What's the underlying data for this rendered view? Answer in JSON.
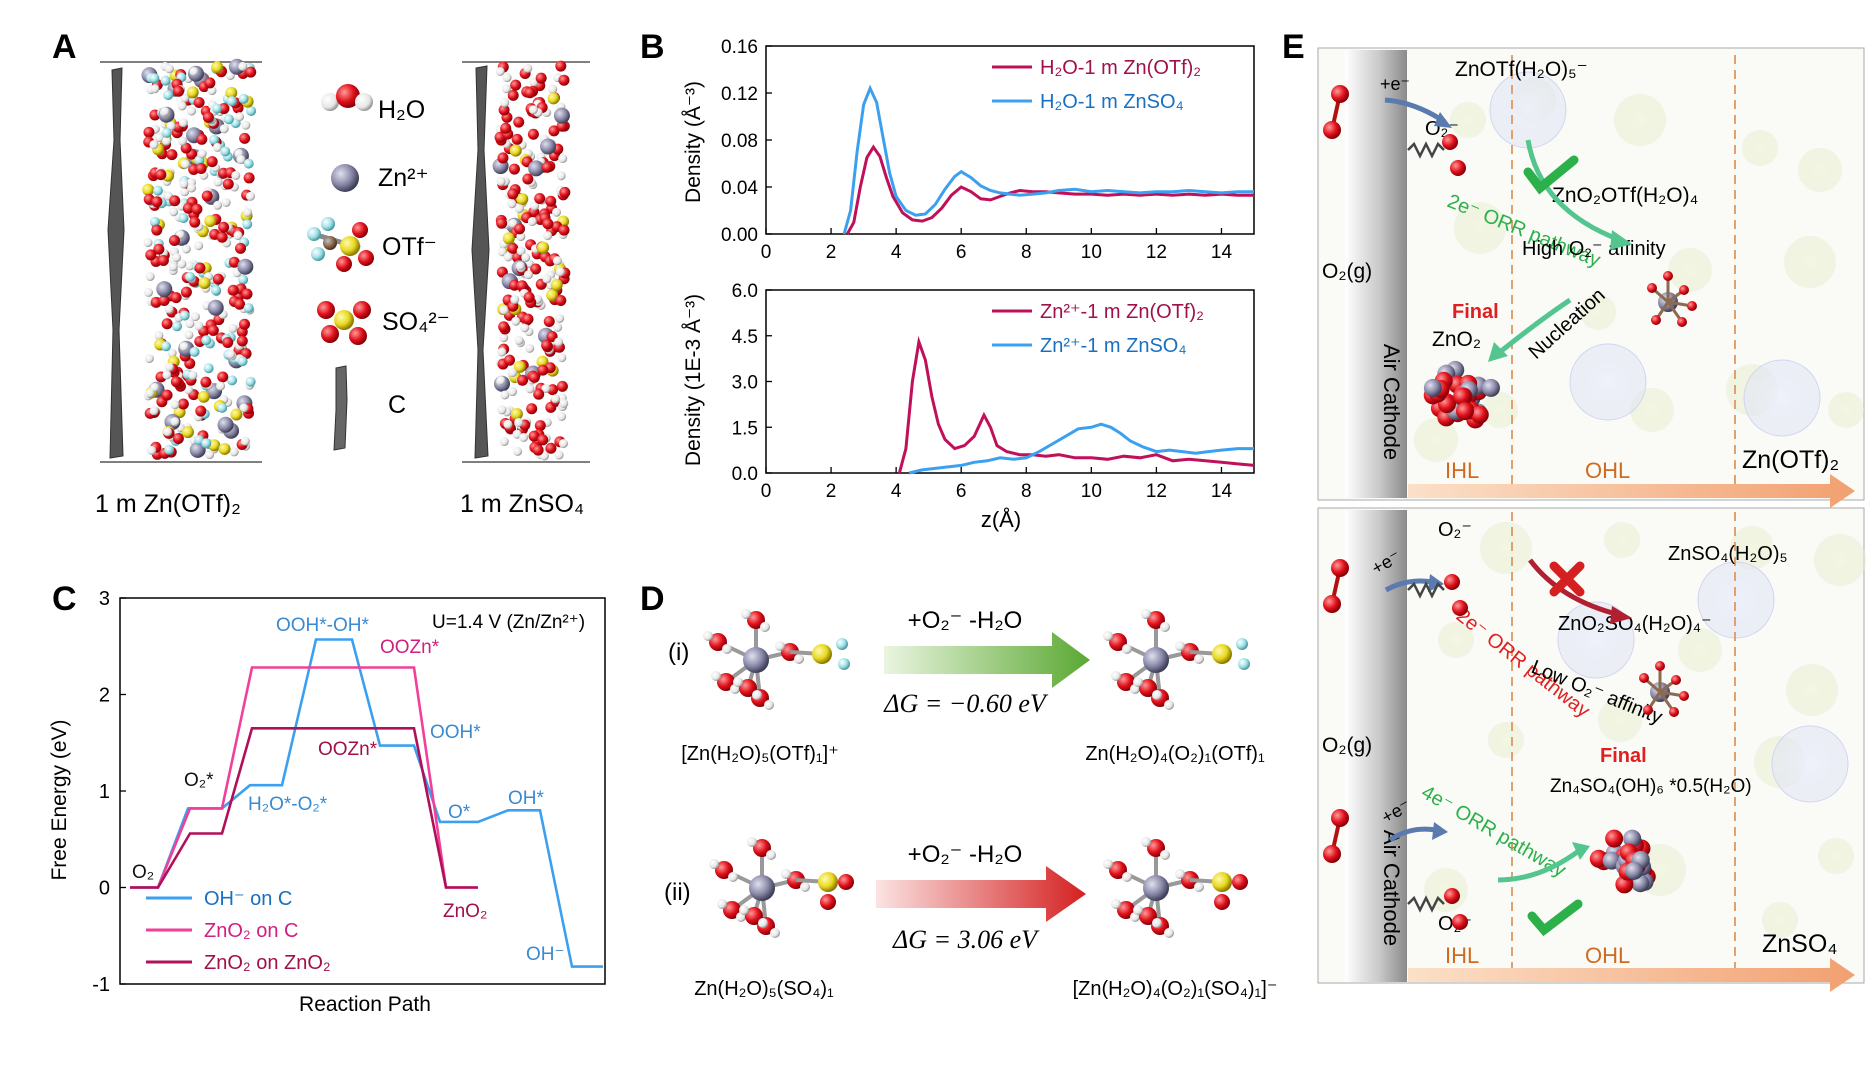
{
  "panels": {
    "A": {
      "letter": "A",
      "captions": [
        "1 m Zn(OTf)₂",
        "1 m ZnSO₄"
      ],
      "legend": [
        {
          "icon": "water-molecule-icon",
          "label": "H₂O"
        },
        {
          "icon": "zinc-ion-icon",
          "label": "Zn²⁺"
        },
        {
          "icon": "triflate-ion-icon",
          "label": "OTf⁻"
        },
        {
          "icon": "sulfate-ion-icon",
          "label": "SO₄²⁻"
        },
        {
          "icon": "carbon-sheet-icon",
          "label": "C"
        }
      ],
      "colors": {
        "O": "#e0101a",
        "H": "#f2f2f2",
        "Zn": "#8a8aa8",
        "S": "#e8d820",
        "F": "#9fe0e8",
        "C": "#666666"
      }
    },
    "B": {
      "letter": "B",
      "xlabel": "z(Å)",
      "top_ylabel": "Density (Å⁻³)",
      "bottom_ylabel": "Density (1E-3 Å⁻³)"
    },
    "C": {
      "letter": "C",
      "xlabel": "Reaction Path",
      "ylabel": "Free Energy (eV)",
      "condition": "U=1.4 V (Zn/Zn²⁺)",
      "annotations": [
        "O₂",
        "O₂*",
        "H₂O*-O₂*",
        "OOH*-OH*",
        "OOZn*",
        "OOZn*",
        "OOH*",
        "O*",
        "OH*",
        "ZnO₂",
        "OH⁻"
      ]
    },
    "D": {
      "letter": "D",
      "rows": [
        {
          "tag": "(i)",
          "reaction": "+O₂⁻ -H₂O",
          "dG": "ΔG = −0.60 eV",
          "reactant": "[Zn(H₂O)₅(OTf)₁]⁺",
          "product": "Zn(H₂O)₄(O₂)₁(OTf)₁",
          "arrow_color": "#5aa832"
        },
        {
          "tag": "(ii)",
          "reaction": "+O₂⁻ -H₂O",
          "dG": "ΔG = 3.06 eV",
          "reactant": "Zn(H₂O)₅(SO₄)₁",
          "product": "[Zn(H₂O)₄(O₂)₁(SO₄)₁]⁻",
          "arrow_color": "#d42020"
        }
      ]
    },
    "E": {
      "letter": "E",
      "top": {
        "electron": "+e⁻",
        "superoxide": "O₂⁻",
        "gas": "O₂(g)",
        "cathode": "Air Cathode",
        "complex1": "ZnOTf(H₂O)₅⁻",
        "complex2": "ZnO₂OTf(H₂O)₄",
        "pathway": "2e⁻ ORR pathway",
        "affinity": "High O₂⁻ affinity",
        "nucleation": "Nucleation",
        "final_label": "Final",
        "final": "ZnO₂",
        "ihl": "IHL",
        "ohl": "OHL",
        "electrolyte": "Zn(OTf)₂"
      },
      "bottom": {
        "superoxide": "O₂⁻",
        "electron": "+e⁻",
        "gas": "O₂(g)",
        "cathode": "Air Cathode",
        "complex1": "ZnSO₄(H₂O)₅",
        "complex2": "ZnO₂SO₄(H₂O)₄⁻",
        "pathway2": "2e⁻ ORR pathway",
        "affinity": "Low O₂⁻ affinity",
        "pathway4": "4e⁻ ORR pathway",
        "final_label": "Final",
        "final": "Zn₄SO₄(OH)₆ *0.5(H₂O)",
        "ihl": "IHL",
        "ohl": "OHL",
        "electrolyte": "ZnSO₄"
      }
    }
  },
  "chart_data": [
    {
      "type": "line",
      "title": "",
      "xlabel": "z(Å)",
      "ylabel": "Density (Å⁻³)",
      "xlim": [
        0,
        15
      ],
      "ylim": [
        0,
        0.16
      ],
      "xticks": [
        0,
        2,
        4,
        6,
        8,
        10,
        12,
        14
      ],
      "yticks": [
        0.0,
        0.04,
        0.08,
        0.12,
        0.16
      ],
      "ytick_labels": [
        "0.00",
        "0.04",
        "0.08",
        "0.12",
        "0.16"
      ],
      "legend": "top-right",
      "series": [
        {
          "name": "H₂O-1 m Zn(OTf)₂",
          "color": "#c0105a",
          "x": [
            2.5,
            2.7,
            2.9,
            3.1,
            3.3,
            3.5,
            3.7,
            3.9,
            4.2,
            4.5,
            4.8,
            5.1,
            5.4,
            5.7,
            6.0,
            6.3,
            6.6,
            6.9,
            7.2,
            7.5,
            7.8,
            8.2,
            8.6,
            9.0,
            9.5,
            10,
            10.5,
            11,
            11.5,
            12,
            12.5,
            13,
            13.5,
            14,
            14.5,
            15
          ],
          "y": [
            0,
            0.01,
            0.04,
            0.065,
            0.074,
            0.066,
            0.048,
            0.032,
            0.018,
            0.012,
            0.011,
            0.014,
            0.022,
            0.033,
            0.04,
            0.036,
            0.03,
            0.029,
            0.032,
            0.035,
            0.037,
            0.036,
            0.036,
            0.035,
            0.034,
            0.034,
            0.033,
            0.034,
            0.033,
            0.034,
            0.033,
            0.034,
            0.033,
            0.034,
            0.033,
            0.033
          ]
        },
        {
          "name": "H₂O-1 m ZnSO₄",
          "color": "#3ba0f0",
          "x": [
            2.4,
            2.6,
            2.8,
            3.0,
            3.2,
            3.4,
            3.6,
            3.8,
            4.0,
            4.3,
            4.6,
            4.9,
            5.2,
            5.5,
            5.8,
            6.0,
            6.3,
            6.6,
            6.9,
            7.2,
            7.5,
            7.8,
            8.2,
            8.6,
            9.0,
            9.5,
            10,
            10.5,
            11,
            11.5,
            12,
            12.5,
            13,
            13.5,
            14,
            14.5,
            15
          ],
          "y": [
            0,
            0.02,
            0.07,
            0.11,
            0.124,
            0.112,
            0.082,
            0.052,
            0.032,
            0.02,
            0.016,
            0.017,
            0.025,
            0.038,
            0.049,
            0.053,
            0.048,
            0.041,
            0.037,
            0.035,
            0.034,
            0.033,
            0.034,
            0.035,
            0.037,
            0.038,
            0.036,
            0.037,
            0.036,
            0.035,
            0.036,
            0.036,
            0.037,
            0.036,
            0.035,
            0.036,
            0.036
          ]
        }
      ]
    },
    {
      "type": "line",
      "title": "",
      "xlabel": "z(Å)",
      "ylabel": "Density (1E-3 Å⁻³)",
      "xlim": [
        0,
        15
      ],
      "ylim": [
        0,
        6.0
      ],
      "xticks": [
        0,
        2,
        4,
        6,
        8,
        10,
        12,
        14
      ],
      "yticks": [
        0.0,
        1.5,
        3.0,
        4.5,
        6.0
      ],
      "ytick_labels": [
        "0.0",
        "1.5",
        "3.0",
        "4.5",
        "6.0"
      ],
      "legend": "top-right",
      "series": [
        {
          "name": "Zn²⁺-1 m Zn(OTf)₂",
          "color": "#c0105a",
          "x": [
            4.1,
            4.3,
            4.5,
            4.7,
            4.9,
            5.1,
            5.3,
            5.5,
            5.8,
            6.1,
            6.4,
            6.7,
            6.9,
            7.1,
            7.4,
            7.8,
            8.2,
            8.6,
            9.0,
            9.5,
            10,
            10.5,
            11,
            11.5,
            12,
            12.5,
            13,
            13.5,
            14,
            14.5,
            15
          ],
          "y": [
            0,
            0.8,
            3.0,
            4.3,
            3.7,
            2.5,
            1.6,
            1.1,
            0.8,
            0.9,
            1.2,
            1.9,
            1.5,
            0.9,
            0.7,
            0.6,
            0.6,
            0.55,
            0.6,
            0.5,
            0.5,
            0.45,
            0.55,
            0.5,
            0.6,
            0.4,
            0.45,
            0.4,
            0.35,
            0.3,
            0.25
          ]
        },
        {
          "name": "Zn²⁺-1 m ZnSO₄",
          "color": "#3ba0f0",
          "x": [
            4.4,
            4.8,
            5.2,
            5.6,
            6.0,
            6.4,
            6.8,
            7.2,
            7.6,
            8.0,
            8.4,
            8.8,
            9.2,
            9.6,
            10.0,
            10.3,
            10.6,
            10.9,
            11.2,
            11.6,
            12.0,
            12.4,
            12.8,
            13.2,
            13.6,
            14.0,
            14.5,
            15
          ],
          "y": [
            0,
            0.1,
            0.15,
            0.2,
            0.25,
            0.35,
            0.4,
            0.5,
            0.45,
            0.5,
            0.7,
            0.95,
            1.2,
            1.45,
            1.5,
            1.6,
            1.5,
            1.3,
            1.05,
            0.85,
            0.7,
            0.75,
            0.7,
            0.65,
            0.7,
            0.75,
            0.8,
            0.8
          ]
        }
      ]
    },
    {
      "type": "line",
      "title": "",
      "xlabel": "Reaction Path",
      "ylabel": "Free Energy (eV)",
      "ylim": [
        -1,
        3
      ],
      "yticks": [
        -1,
        0,
        1,
        2,
        3
      ],
      "legend": "bottom-left",
      "series": [
        {
          "name": "OH⁻ on C",
          "color": "#3ba0f0",
          "values": [
            0,
            0.82,
            1.06,
            2.57,
            1.47,
            0.68,
            0.8,
            -0.82
          ]
        },
        {
          "name": "ZnO₂ on C",
          "color": "#f0409a",
          "values": [
            0,
            0.82,
            2.28,
            0
          ]
        },
        {
          "name": "ZnO₂ on ZnO₂",
          "color": "#b0105a",
          "values": [
            0,
            0.56,
            1.65,
            0
          ]
        }
      ]
    }
  ]
}
